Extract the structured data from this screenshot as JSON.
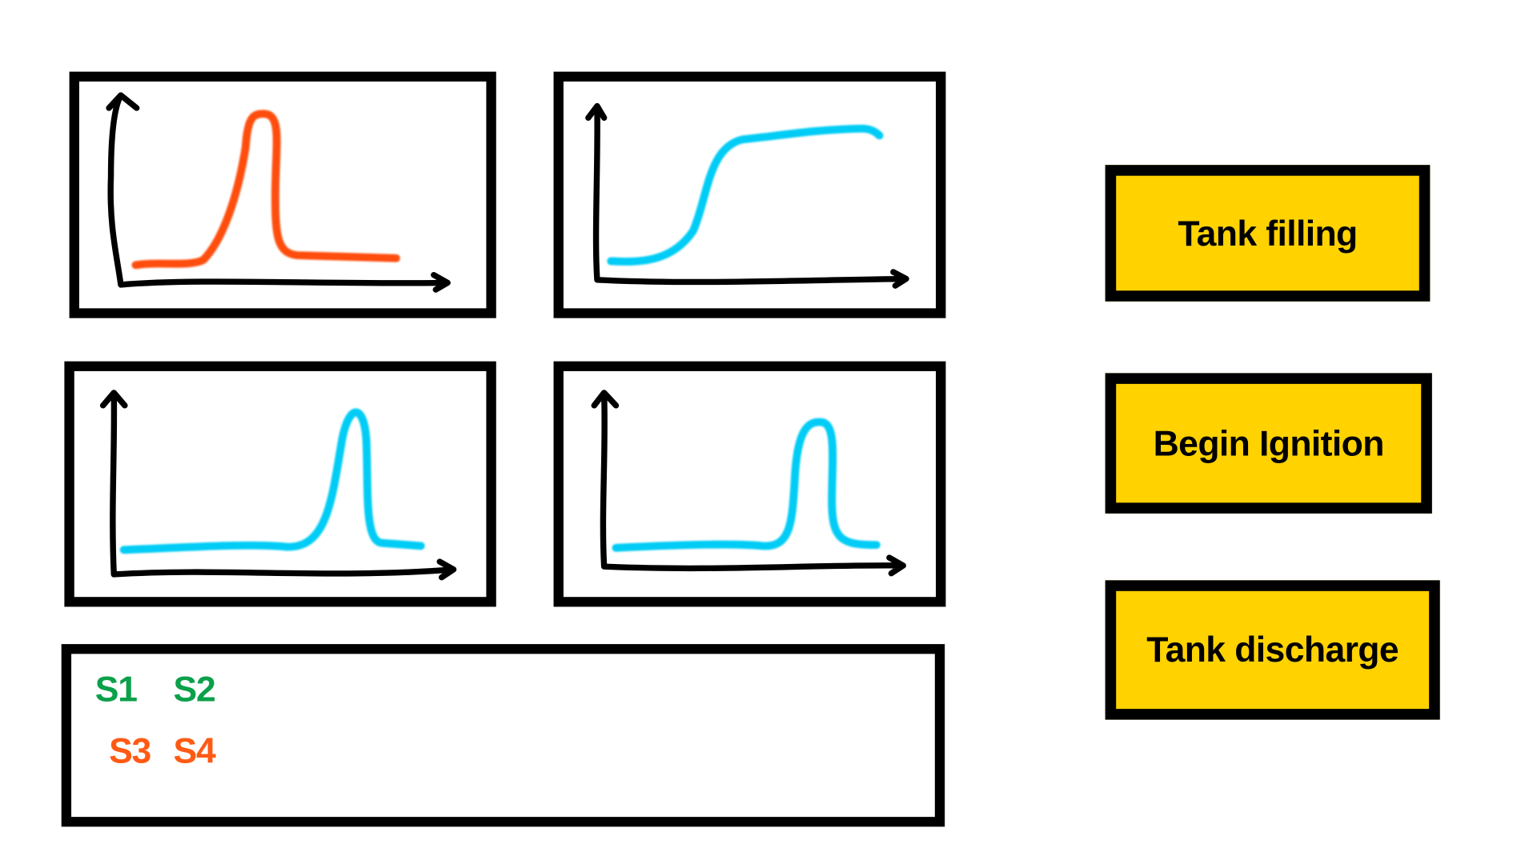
{
  "colors": {
    "orange": "#FF4D0D",
    "cyan": "#00CCF5",
    "green": "#0BA04A",
    "legend_orange": "#FF5A14",
    "button_fill": "#FFD200"
  },
  "charts": [
    {
      "name": "chart-1",
      "shape": "sharp peak",
      "color": "orange"
    },
    {
      "name": "chart-2",
      "shape": "s-curve rise to plateau",
      "color": "cyan"
    },
    {
      "name": "chart-3",
      "shape": "late sharp peak",
      "color": "cyan"
    },
    {
      "name": "chart-4",
      "shape": "late sharp peak",
      "color": "cyan"
    }
  ],
  "legend": {
    "s1": "S1",
    "s2": "S2",
    "s3": "S3",
    "s4": "S4"
  },
  "buttons": {
    "tank_filling": "Tank filling",
    "begin_ignition": "Begin Ignition",
    "tank_discharge": "Tank discharge"
  }
}
